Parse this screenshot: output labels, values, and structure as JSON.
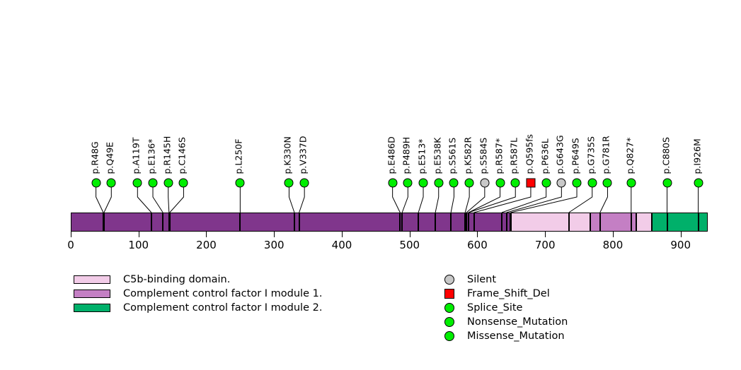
{
  "chart_data": {
    "type": "lollipop",
    "title": "",
    "xlabel": "",
    "ylabel": "",
    "xlim": [
      0,
      940
    ],
    "protein_length": 940,
    "axis_ticks": [
      0,
      100,
      200,
      300,
      400,
      500,
      600,
      700,
      800,
      900
    ],
    "grid": false,
    "legend_position": "bottom",
    "mutations": [
      {
        "label": "p.R48G",
        "position": 48,
        "type": "Missense_Mutation",
        "color": "#00EE00",
        "shape": "circle"
      },
      {
        "label": "p.Q49E",
        "position": 49,
        "type": "Missense_Mutation",
        "color": "#00EE00",
        "shape": "circle"
      },
      {
        "label": "p.A119T",
        "position": 119,
        "type": "Missense_Mutation",
        "color": "#00EE00",
        "shape": "circle"
      },
      {
        "label": "p.E136*",
        "position": 136,
        "type": "Nonsense_Mutation",
        "color": "#00EE00",
        "shape": "circle"
      },
      {
        "label": "p.R145H",
        "position": 145,
        "type": "Missense_Mutation",
        "color": "#00EE00",
        "shape": "circle"
      },
      {
        "label": "p.C146S",
        "position": 146,
        "type": "Missense_Mutation",
        "color": "#00EE00",
        "shape": "circle"
      },
      {
        "label": "p.L250F",
        "position": 250,
        "type": "Missense_Mutation",
        "color": "#00EE00",
        "shape": "circle"
      },
      {
        "label": "p.K330N",
        "position": 330,
        "type": "Missense_Mutation",
        "color": "#00EE00",
        "shape": "circle"
      },
      {
        "label": "p.V337D",
        "position": 337,
        "type": "Missense_Mutation",
        "color": "#00EE00",
        "shape": "circle"
      },
      {
        "label": "p.E486D",
        "position": 486,
        "type": "Missense_Mutation",
        "color": "#00EE00",
        "shape": "circle"
      },
      {
        "label": "p.P489H",
        "position": 489,
        "type": "Missense_Mutation",
        "color": "#00EE00",
        "shape": "circle"
      },
      {
        "label": "p.E513*",
        "position": 513,
        "type": "Nonsense_Mutation",
        "color": "#00EE00",
        "shape": "circle"
      },
      {
        "label": "p.E538K",
        "position": 538,
        "type": "Missense_Mutation",
        "color": "#00EE00",
        "shape": "circle"
      },
      {
        "label": "p.S561S",
        "position": 561,
        "type": "Missense_Mutation",
        "color": "#00EE00",
        "shape": "circle"
      },
      {
        "label": "p.K582R",
        "position": 582,
        "type": "Missense_Mutation",
        "color": "#00EE00",
        "shape": "circle"
      },
      {
        "label": "p.S584S",
        "position": 584,
        "type": "Silent",
        "color": "#C8C8C8",
        "shape": "circle"
      },
      {
        "label": "p.R587*",
        "position": 587,
        "type": "Nonsense_Mutation",
        "color": "#00EE00",
        "shape": "circle"
      },
      {
        "label": "p.R587L",
        "position": 587,
        "type": "Missense_Mutation",
        "color": "#00EE00",
        "shape": "circle"
      },
      {
        "label": "p.Q595fs",
        "position": 595,
        "type": "Frame_Shift_Del",
        "color": "#FF0000",
        "shape": "square"
      },
      {
        "label": "p.P636L",
        "position": 636,
        "type": "Missense_Mutation",
        "color": "#00EE00",
        "shape": "circle"
      },
      {
        "label": "p.G643G",
        "position": 643,
        "type": "Silent",
        "color": "#C8C8C8",
        "shape": "circle"
      },
      {
        "label": "p.P649S",
        "position": 649,
        "type": "Missense_Mutation",
        "color": "#00EE00",
        "shape": "circle"
      },
      {
        "label": "p.G735S",
        "position": 735,
        "type": "Missense_Mutation",
        "color": "#00EE00",
        "shape": "circle"
      },
      {
        "label": "p.G781R",
        "position": 781,
        "type": "Missense_Mutation",
        "color": "#00EE00",
        "shape": "circle"
      },
      {
        "label": "p.Q827*",
        "position": 827,
        "type": "Nonsense_Mutation",
        "color": "#00EE00",
        "shape": "circle"
      },
      {
        "label": "p.C880S",
        "position": 880,
        "type": "Missense_Mutation",
        "color": "#00EE00",
        "shape": "circle"
      },
      {
        "label": "p.I926M",
        "position": 926,
        "type": "Missense_Mutation",
        "color": "#00EE00",
        "shape": "circle"
      }
    ],
    "backbone": {
      "start": 0,
      "end": 940,
      "color": "#80368C"
    },
    "domains": [
      {
        "name": "C5b-binding domain.",
        "start": 650,
        "end": 767,
        "color": "#F2CCE8"
      },
      {
        "name": "Complement control factor I module 1.",
        "start": 767,
        "end": 835,
        "color": "#C47FC4"
      },
      {
        "name": "C5b-binding domain.",
        "start": 835,
        "end": 858,
        "color": "#F2CCE8"
      },
      {
        "name": "Complement control factor I module 2.",
        "start": 858,
        "end": 940,
        "color": "#00B06A"
      }
    ]
  },
  "domain_legend": {
    "items": [
      {
        "label": "C5b-binding domain.",
        "color": "#F2CCE8"
      },
      {
        "label": "Complement control factor I module 1.",
        "color": "#C47FC4"
      },
      {
        "label": "Complement control factor I module 2.",
        "color": "#00B06A"
      }
    ]
  },
  "mutation_legend": {
    "items": [
      {
        "label": "Silent",
        "color": "#C8C8C8",
        "shape": "circle"
      },
      {
        "label": "Frame_Shift_Del",
        "color": "#FF0000",
        "shape": "square"
      },
      {
        "label": "Splice_Site",
        "color": "#00EE00",
        "shape": "circle"
      },
      {
        "label": "Nonsense_Mutation",
        "color": "#00EE00",
        "shape": "circle"
      },
      {
        "label": "Missense_Mutation",
        "color": "#00EE00",
        "shape": "circle"
      }
    ]
  }
}
